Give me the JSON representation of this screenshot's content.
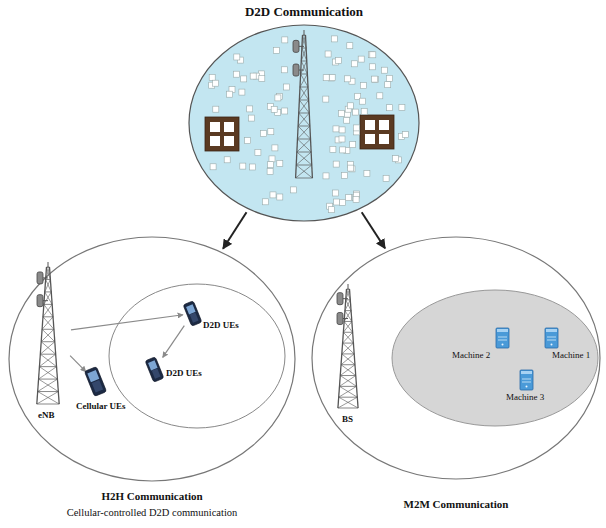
{
  "diagram": {
    "nodes": [
      {
        "text": [
          "D2D Communication"
        ]
      },
      {
        "text": [
          "H2H Communication",
          "Cellular-controlled D2D communication"
        ]
      },
      {
        "text": [
          "eNB"
        ],
        "in": 1
      },
      {
        "text": [
          "D2D UEs"
        ],
        "in": 1
      },
      {
        "text": [
          "D2D UEs"
        ],
        "in": 1
      },
      {
        "text": [
          "Cellular UEs"
        ],
        "in": 1
      },
      {
        "text": [
          "M2M Communication"
        ]
      },
      {
        "text": [
          "BS"
        ],
        "in": 6
      },
      {
        "text": [
          "Machine 2"
        ],
        "in": 6
      },
      {
        "text": [
          "Machine 1"
        ],
        "in": 6
      },
      {
        "text": [
          "Machine 3"
        ],
        "in": 6
      }
    ],
    "edges": [
      {
        "from": 0,
        "to": 1,
        "arrow": "to"
      },
      {
        "from": 0,
        "to": 6,
        "arrow": "to"
      },
      {
        "from": 2,
        "to": 3,
        "arrow": "to"
      },
      {
        "from": 2,
        "to": 5,
        "arrow": "to"
      },
      {
        "from": 3,
        "to": 4,
        "arrow": "to"
      }
    ]
  }
}
